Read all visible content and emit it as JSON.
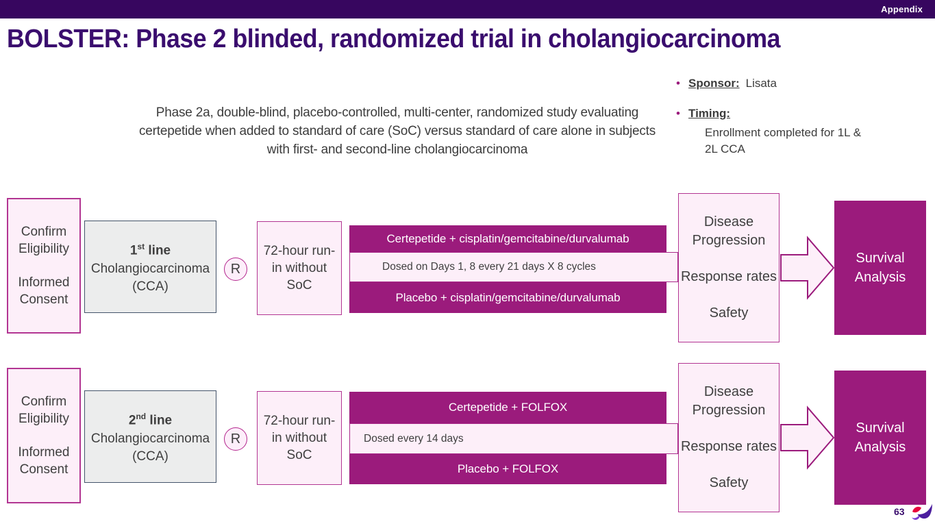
{
  "topbar": {
    "label": "Appendix"
  },
  "title": "BOLSTER: Phase 2 blinded, randomized trial in cholangiocarcinoma",
  "description": "Phase 2a, double-blind, placebo-controlled, multi-center, randomized study evaluating certepetide when added to standard of care (SoC) versus standard of care alone in subjects with first- and second-line cholangiocarcinoma",
  "notes": {
    "sponsor_label": "Sponsor:",
    "sponsor_value": "Lisata",
    "timing_label": "Timing:",
    "timing_item": "Enrollment completed for 1L & 2L CCA"
  },
  "rows": [
    {
      "eligibility_line1": "Confirm Eligibility",
      "eligibility_line2": "Informed Consent",
      "line_ordinal": "1",
      "line_suffix": "st",
      "line_word": " line",
      "population": "Cholangiocarcinoma",
      "population_abbr": "(CCA)",
      "randomization_label": "R",
      "run_in": "72-hour run-in without SoC",
      "arm_top": "Certepetide + cisplatin/gemcitabine/durvalumab",
      "dosing_note": "Dosed on Days 1, 8 every 21 days X 8 cycles",
      "arm_bottom": "Placebo + cisplatin/gemcitabine/durvalumab",
      "outcome_1": "Disease Progression",
      "outcome_2": "Response rates",
      "outcome_3": "Safety",
      "endpoint": "Survival Analysis"
    },
    {
      "eligibility_line1": "Confirm Eligibility",
      "eligibility_line2": "Informed Consent",
      "line_ordinal": "2",
      "line_suffix": "nd",
      "line_word": " line",
      "population": "Cholangiocarcinoma",
      "population_abbr": "(CCA)",
      "randomization_label": "R",
      "run_in": "72-hour run-in without SoC",
      "arm_top": "Certepetide + FOLFOX",
      "dosing_note": "Dosed every 14 days",
      "arm_bottom": "Placebo + FOLFOX",
      "outcome_1": "Disease Progression",
      "outcome_2": "Response rates",
      "outcome_3": "Safety",
      "endpoint": "Survival Analysis"
    }
  ],
  "footer": {
    "page_number": "63",
    "logo": "lisata-hummingbird"
  },
  "colors": {
    "header_purple": "#37065f",
    "title_purple": "#3a0d6e",
    "magenta": "#9b1b7c",
    "magenta_border": "#b23592",
    "light_pink": "#fdeff9",
    "gray_fill": "#eceded",
    "gray_border": "#44546a",
    "body_text": "#3c3c3c"
  }
}
